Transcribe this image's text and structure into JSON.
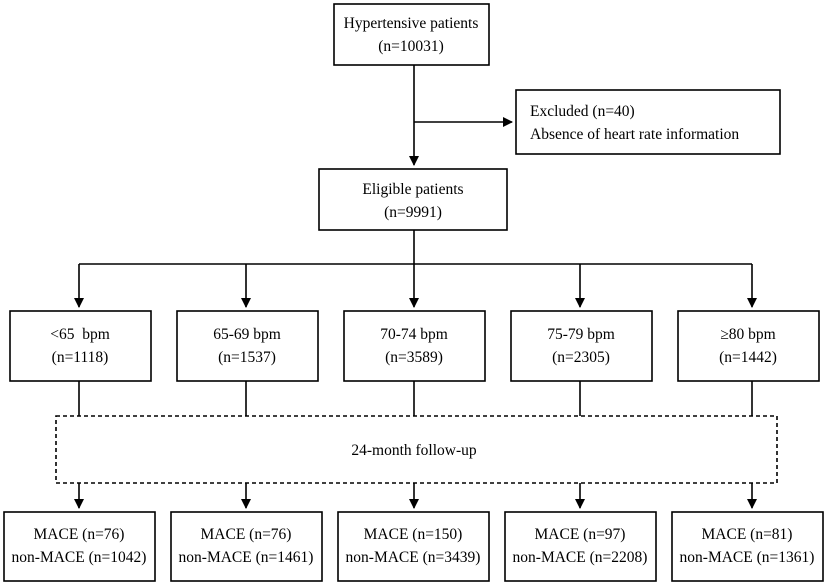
{
  "start": {
    "title": "Hypertensive patients",
    "count": "(n=10031)"
  },
  "excluded": {
    "line1": "Excluded (n=40)",
    "line2": "Absence of heart rate information"
  },
  "eligible": {
    "title": "Eligible patients",
    "count": "(n=9991)"
  },
  "groups": [
    {
      "label": "<65  bpm",
      "count": "(n=1118)",
      "mace": "MACE (n=76)",
      "non_mace": "non-MACE (n=1042)"
    },
    {
      "label": "65-69 bpm",
      "count": "(n=1537)",
      "mace": "MACE (n=76)",
      "non_mace": "non-MACE (n=1461)"
    },
    {
      "label": "70-74 bpm",
      "count": "(n=3589)",
      "mace": "MACE (n=150)",
      "non_mace": "non-MACE (n=3439)"
    },
    {
      "label": "75-79 bpm",
      "count": "(n=2305)",
      "mace": "MACE (n=97)",
      "non_mace": "non-MACE (n=2208)"
    },
    {
      "label": "≥80 bpm",
      "count": "(n=1442)",
      "mace": "MACE (n=81)",
      "non_mace": "non-MACE (n=1361)"
    }
  ],
  "followup": {
    "label": "24-month follow-up"
  }
}
